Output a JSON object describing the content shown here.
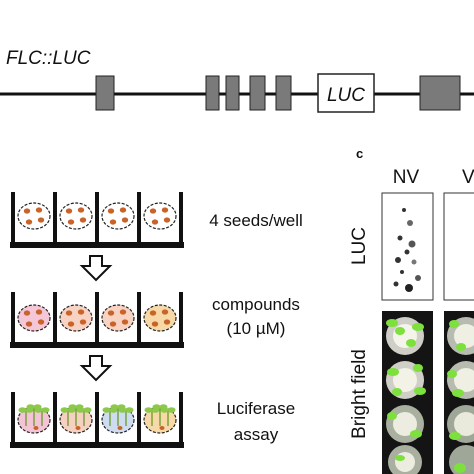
{
  "gene_construct": {
    "label": "FLC::LUC",
    "reporter_label": "LUC"
  },
  "workflow": {
    "steps": [
      {
        "lines": [
          "4 seeds/well"
        ]
      },
      {
        "lines": [
          "compounds",
          "(10 µM)"
        ]
      },
      {
        "lines": [
          "Luciferase",
          "assay"
        ]
      }
    ],
    "well_colors": {
      "step2": [
        "#f5c6d8",
        "#f8d2c2",
        "#f8d2c2",
        "#f6d9a6"
      ],
      "step3": [
        "#f3c4d6",
        "#f6d0c0",
        "#cddcf0",
        "#f6d9a6"
      ]
    }
  },
  "panel_c": {
    "panel_label": "c",
    "columns": [
      "NV",
      "V"
    ],
    "rows": [
      "LUC",
      "Bright field"
    ]
  },
  "colors": {
    "exon_fill": "#7a7a7a",
    "line": "#111111",
    "seed": "#c8642a",
    "seedling_leaf": "#8cc84a",
    "bright_green": "#7de03c"
  }
}
